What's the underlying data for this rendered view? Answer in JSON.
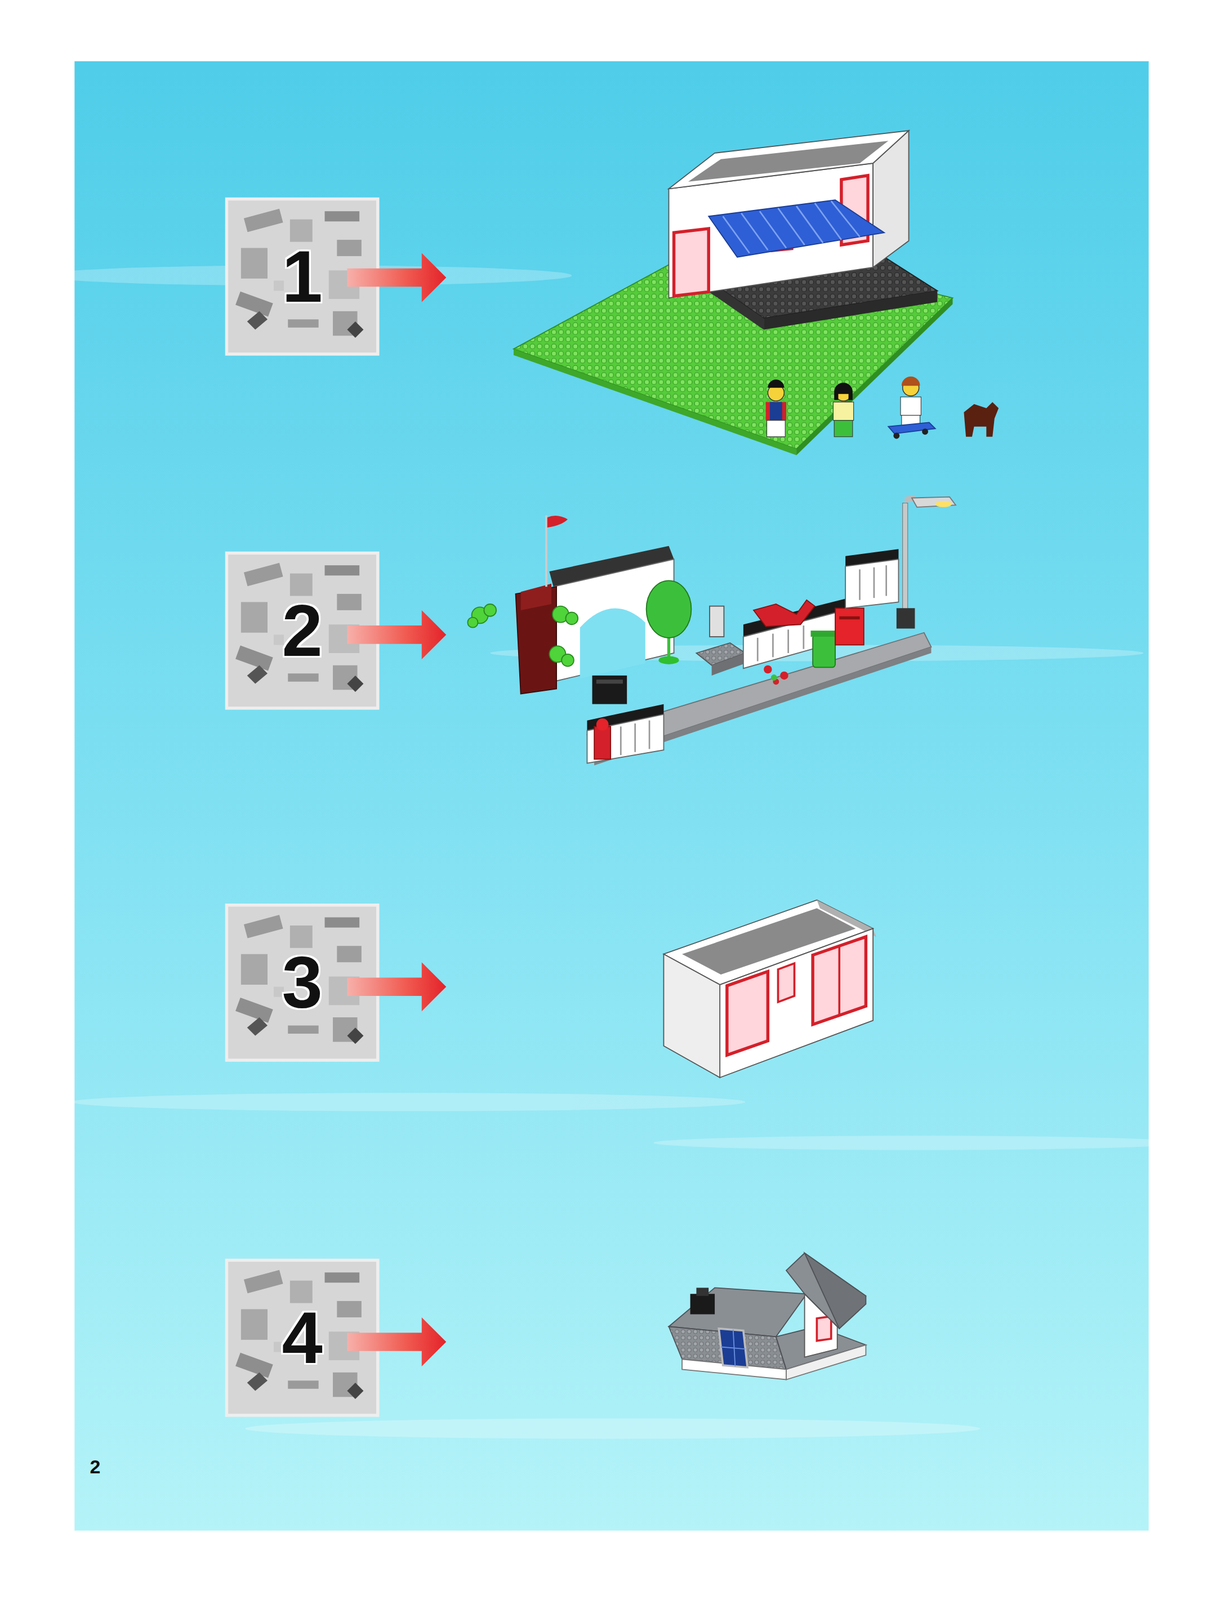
{
  "diagram": {
    "nodes": [
      {
        "text": [
          "1"
        ]
      },
      {
        "text": [
          "2"
        ]
      },
      {
        "text": [
          "3"
        ]
      },
      {
        "text": [
          "4"
        ]
      }
    ],
    "labels": [
      "2"
    ]
  }
}
